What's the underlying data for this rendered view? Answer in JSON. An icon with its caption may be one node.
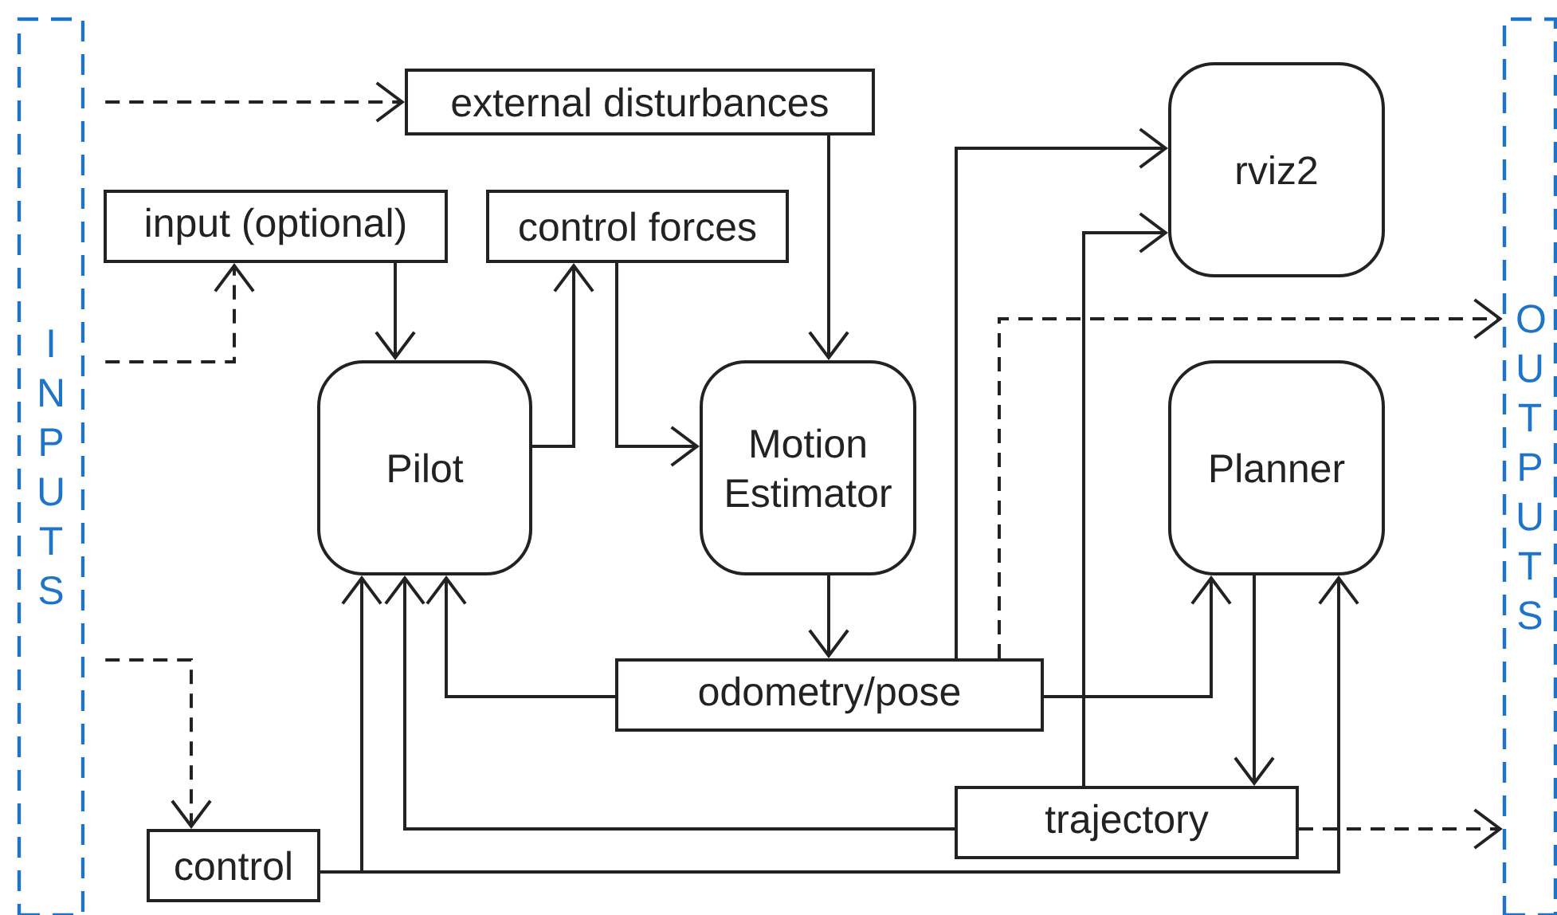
{
  "diagram": {
    "nodes": [
      {
        "text": [
          "I N P U T S"
        ]
      },
      {
        "text": [
          "external disturbances"
        ]
      },
      {
        "text": [
          "input (optional)"
        ]
      },
      {
        "text": [
          "control forces"
        ]
      },
      {
        "text": [
          "Pilot"
        ]
      },
      {
        "text": [
          "Motion Estimator"
        ]
      },
      {
        "text": [
          "rviz2"
        ]
      },
      {
        "text": [
          "Planner"
        ]
      },
      {
        "text": [
          "odometry/pose"
        ]
      },
      {
        "text": [
          "trajectory"
        ]
      },
      {
        "text": [
          "control"
        ]
      },
      {
        "text": [
          "O U T P U T S"
        ]
      }
    ],
    "edges": [
      {
        "from": 0,
        "to": 1,
        "arrow": "to",
        "style": "dashed"
      },
      {
        "from": 0,
        "to": 2,
        "arrow": "to",
        "style": "dashed"
      },
      {
        "from": 2,
        "to": 4,
        "arrow": "to"
      },
      {
        "from": 4,
        "to": 3,
        "arrow": "to"
      },
      {
        "from": 3,
        "to": 5,
        "arrow": "to"
      },
      {
        "from": 1,
        "to": 5,
        "arrow": "to"
      },
      {
        "from": 5,
        "to": 8,
        "arrow": "to"
      },
      {
        "from": 8,
        "to": 6,
        "arrow": "to"
      },
      {
        "from": 8,
        "to": 11,
        "arrow": "to",
        "style": "dashed"
      },
      {
        "from": 8,
        "to": 4,
        "arrow": "to"
      },
      {
        "from": 8,
        "to": 7,
        "arrow": "to"
      },
      {
        "from": 7,
        "to": 9,
        "arrow": "to"
      },
      {
        "from": 9,
        "to": 6,
        "arrow": "to"
      },
      {
        "from": 9,
        "to": 4,
        "arrow": "to"
      },
      {
        "from": 9,
        "to": 11,
        "arrow": "to",
        "style": "dashed"
      },
      {
        "from": 0,
        "to": 10,
        "arrow": "to",
        "style": "dashed"
      },
      {
        "from": 10,
        "to": 4,
        "arrow": "to"
      },
      {
        "from": 10,
        "to": 7,
        "arrow": "to"
      }
    ]
  }
}
